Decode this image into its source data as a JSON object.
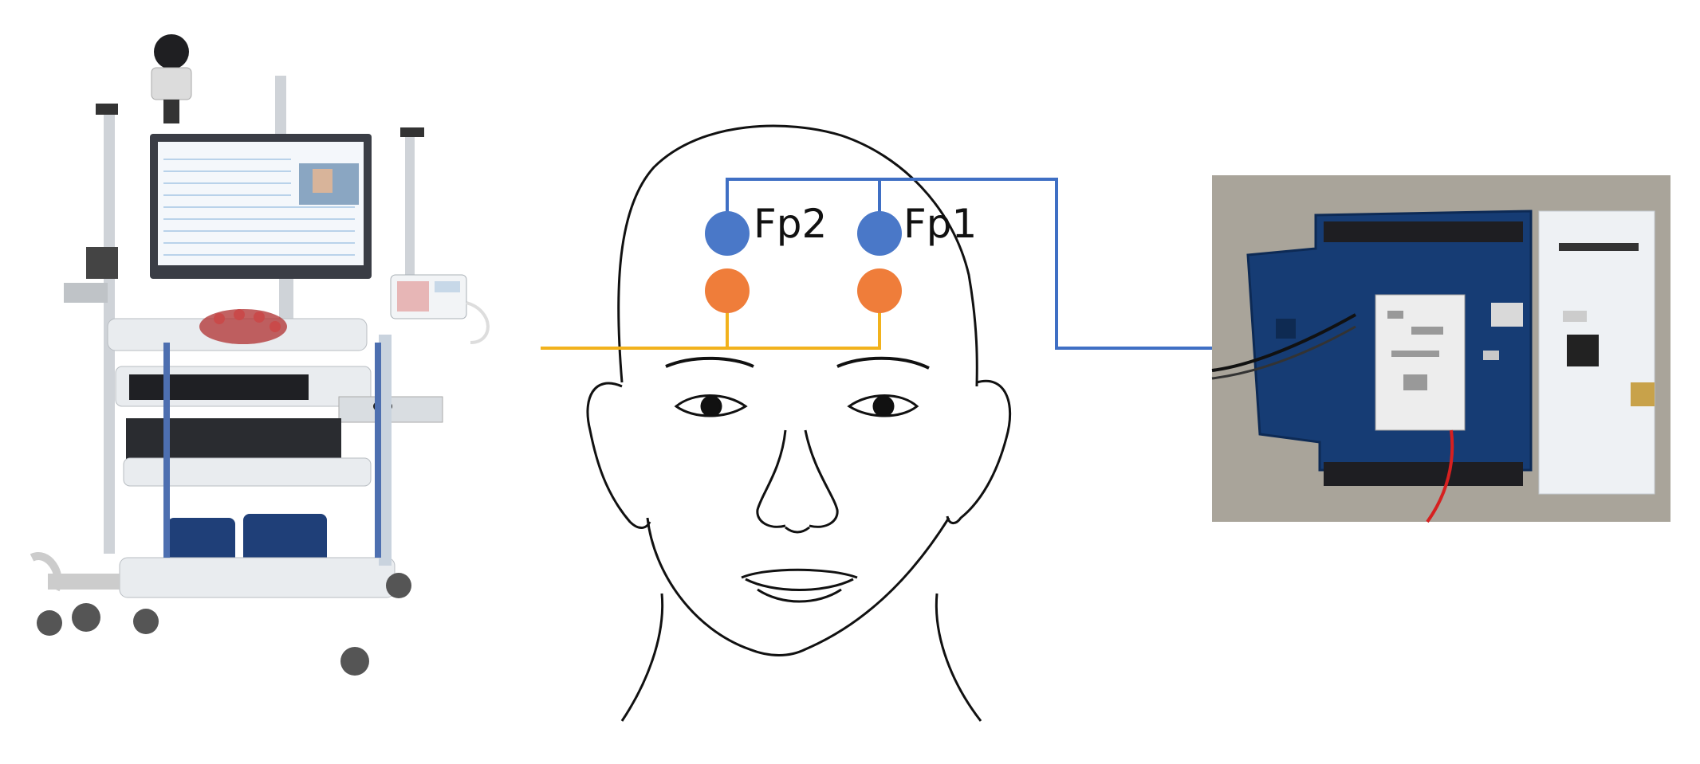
{
  "electrodes": {
    "fp2": {
      "label": "Fp2"
    },
    "fp1": {
      "label": "Fp1"
    }
  },
  "colors": {
    "electrode_active": "#4a78c8",
    "electrode_reference": "#ef7d3a",
    "wire_active": "#3f6fc4",
    "wire_reference": "#f2b21c",
    "pcb": "#163c74",
    "board_background": "#a9a49a",
    "cart": "#e9ecef"
  },
  "icons": [
    "eeg-cart-image",
    "head-outline-drawing",
    "microcontroller-board-image"
  ]
}
